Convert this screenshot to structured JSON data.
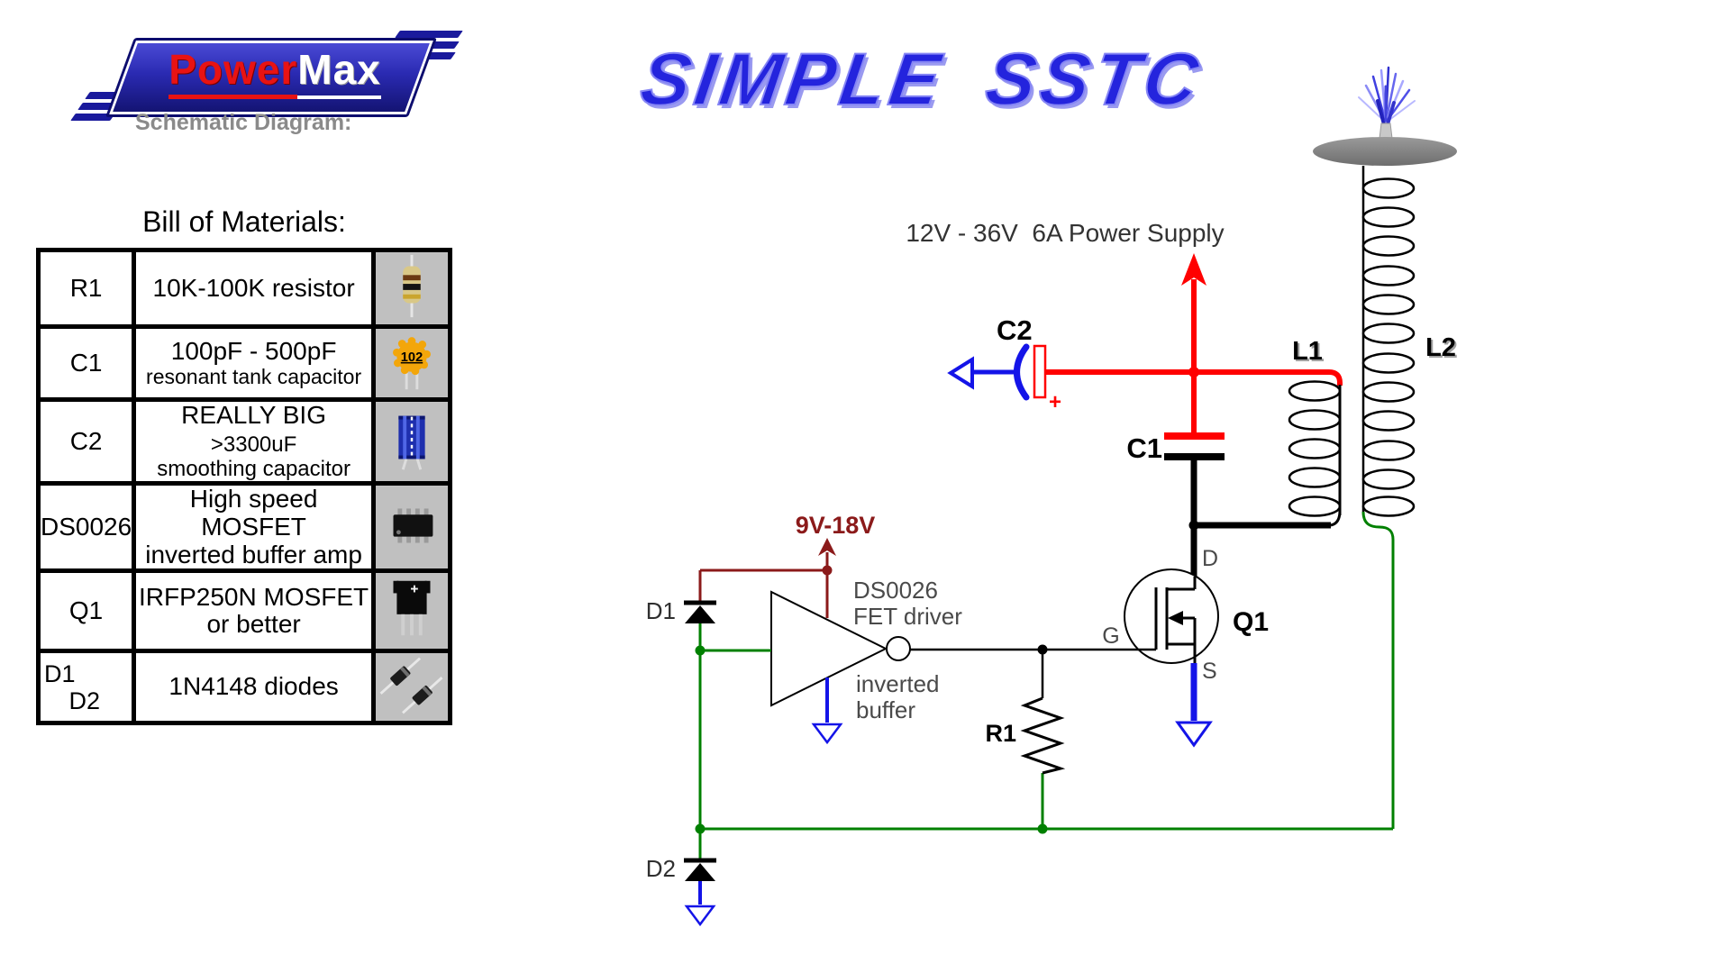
{
  "logo": {
    "power": "Power",
    "max": "Max",
    "subtitle": "Schematic Diagram:"
  },
  "title": "SIMPLE SSTC",
  "bom": {
    "title": "Bill of Materials:",
    "rows": [
      {
        "id": "R1",
        "desc": "10K-100K resistor",
        "icon": "resistor-icon"
      },
      {
        "id": "C1",
        "line1": "100pF - 500pF",
        "line2": "resonant tank capacitor",
        "icon": "disc-capacitor-icon",
        "icon_text": "102"
      },
      {
        "id": "C2",
        "line1a": "REALLY BIG",
        "line1b": ">3300uF",
        "line2": "smoothing capacitor",
        "icon": "electrolytic-capacitor-icon"
      },
      {
        "id": "DS0026",
        "line1": "High speed MOSFET",
        "line2": "inverted buffer amp",
        "icon": "dip-ic-icon"
      },
      {
        "id": "Q1",
        "line1": "IRFP250N MOSFET",
        "line2": "or better",
        "icon": "to247-mosfet-icon"
      },
      {
        "id1": "D1",
        "id2": "D2",
        "desc": "1N4148 diodes",
        "icon": "diodes-icon"
      }
    ]
  },
  "schematic": {
    "power_supply_label": "12V - 36V  6A Power Supply",
    "gate_supply_label": "9V-18V",
    "c2_label": "C2",
    "c2_plus": "+",
    "c1_label": "C1",
    "l1_label": "L1",
    "l2_label": "L2",
    "q1_label": "Q1",
    "r1_label": "R1",
    "d1_label": "D1",
    "d2_label": "D2",
    "gate_label": "G",
    "drain_label": "D",
    "source_label": "S",
    "driver_line1": "DS0026",
    "driver_line2": "FET driver",
    "driver_line3": "inverted",
    "driver_line4": "buffer"
  },
  "colors": {
    "supply_red": "#ff0000",
    "logic_maroon": "#8b1a1a",
    "ground_green": "#008000",
    "rail_blue": "#1414e8"
  }
}
